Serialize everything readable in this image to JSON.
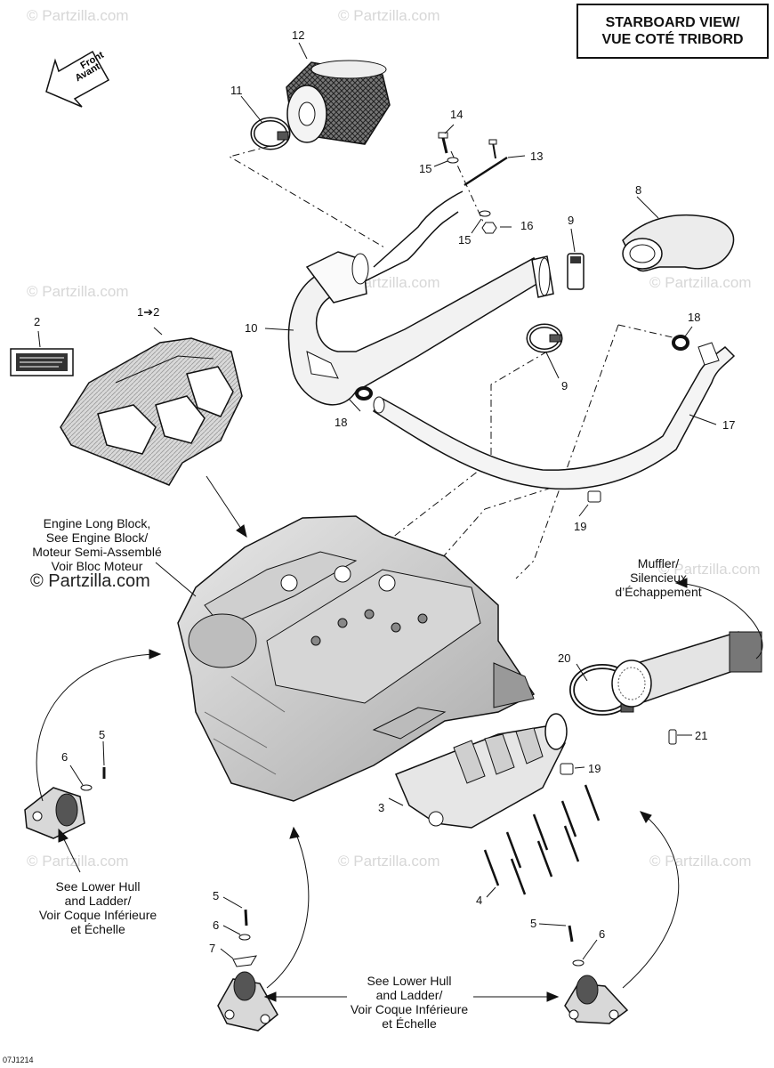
{
  "title": {
    "line1": "STARBOARD VIEW/",
    "line2": "VUE COTÉ TRIBORD"
  },
  "front_arrow": {
    "line1": "Front",
    "line2": "Avant"
  },
  "notes": {
    "engine": [
      "Engine Long Block,",
      "See Engine Block/",
      "Moteur Semi-Assemblé",
      "Voir Bloc Moteur"
    ],
    "muffler": [
      "Muffler/",
      "Silencieux",
      "d’Échappement"
    ],
    "hull_left": [
      "See Lower Hull",
      "and Ladder/",
      "Voir Coque Inférieure",
      "et Échelle"
    ],
    "hull_bottom": [
      "See Lower Hull",
      "and Ladder/",
      "Voir Coque Inférieure",
      "et Échelle"
    ]
  },
  "callouts": {
    "c1": "1➔2",
    "c2": "2",
    "c3": "3",
    "c4": "4",
    "c5a": "5",
    "c5b": "5",
    "c5c": "5",
    "c6a": "6",
    "c6b": "6",
    "c6c": "6",
    "c7": "7",
    "c8": "8",
    "c9a": "9",
    "c9b": "9",
    "c10": "10",
    "c11": "11",
    "c12": "12",
    "c13": "13",
    "c14": "14",
    "c15a": "15",
    "c15b": "15",
    "c16": "16",
    "c17": "17",
    "c18a": "18",
    "c18b": "18",
    "c19a": "19",
    "c19b": "19",
    "c20": "20",
    "c21": "21"
  },
  "watermark": "© Partzilla.com",
  "drawing_code": "07J1214"
}
